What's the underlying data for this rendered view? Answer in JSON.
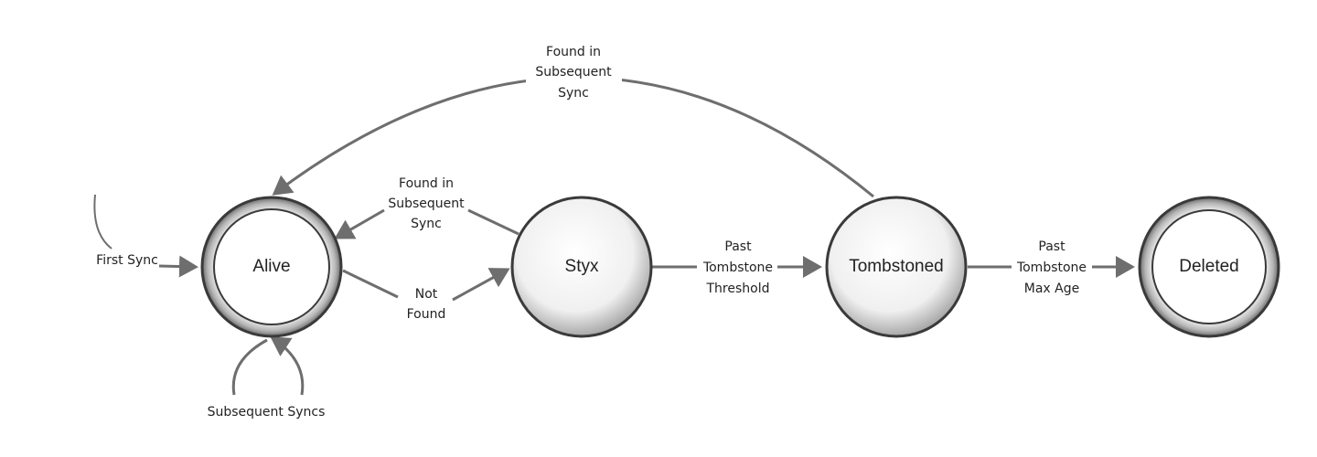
{
  "states": {
    "alive": "Alive",
    "styx": "Styx",
    "tombstoned": "Tombstoned",
    "deleted": "Deleted"
  },
  "transitions": {
    "first_sync": "First Sync",
    "subsequent_syncs": "Subsequent Syncs",
    "styx_to_alive": [
      "Found in",
      "Subsequent",
      "Sync"
    ],
    "alive_to_styx": [
      "Not",
      "Found"
    ],
    "styx_to_tombstoned": [
      "Past",
      "Tombstone",
      "Threshold"
    ],
    "tombstoned_to_deleted": [
      "Past",
      "Tombstone",
      "Max Age"
    ],
    "tombstoned_to_alive": [
      "Found in",
      "Subsequent",
      "Sync"
    ]
  },
  "colors": {
    "edge": "#6e6e6e",
    "outline": "#3a3a3a"
  }
}
